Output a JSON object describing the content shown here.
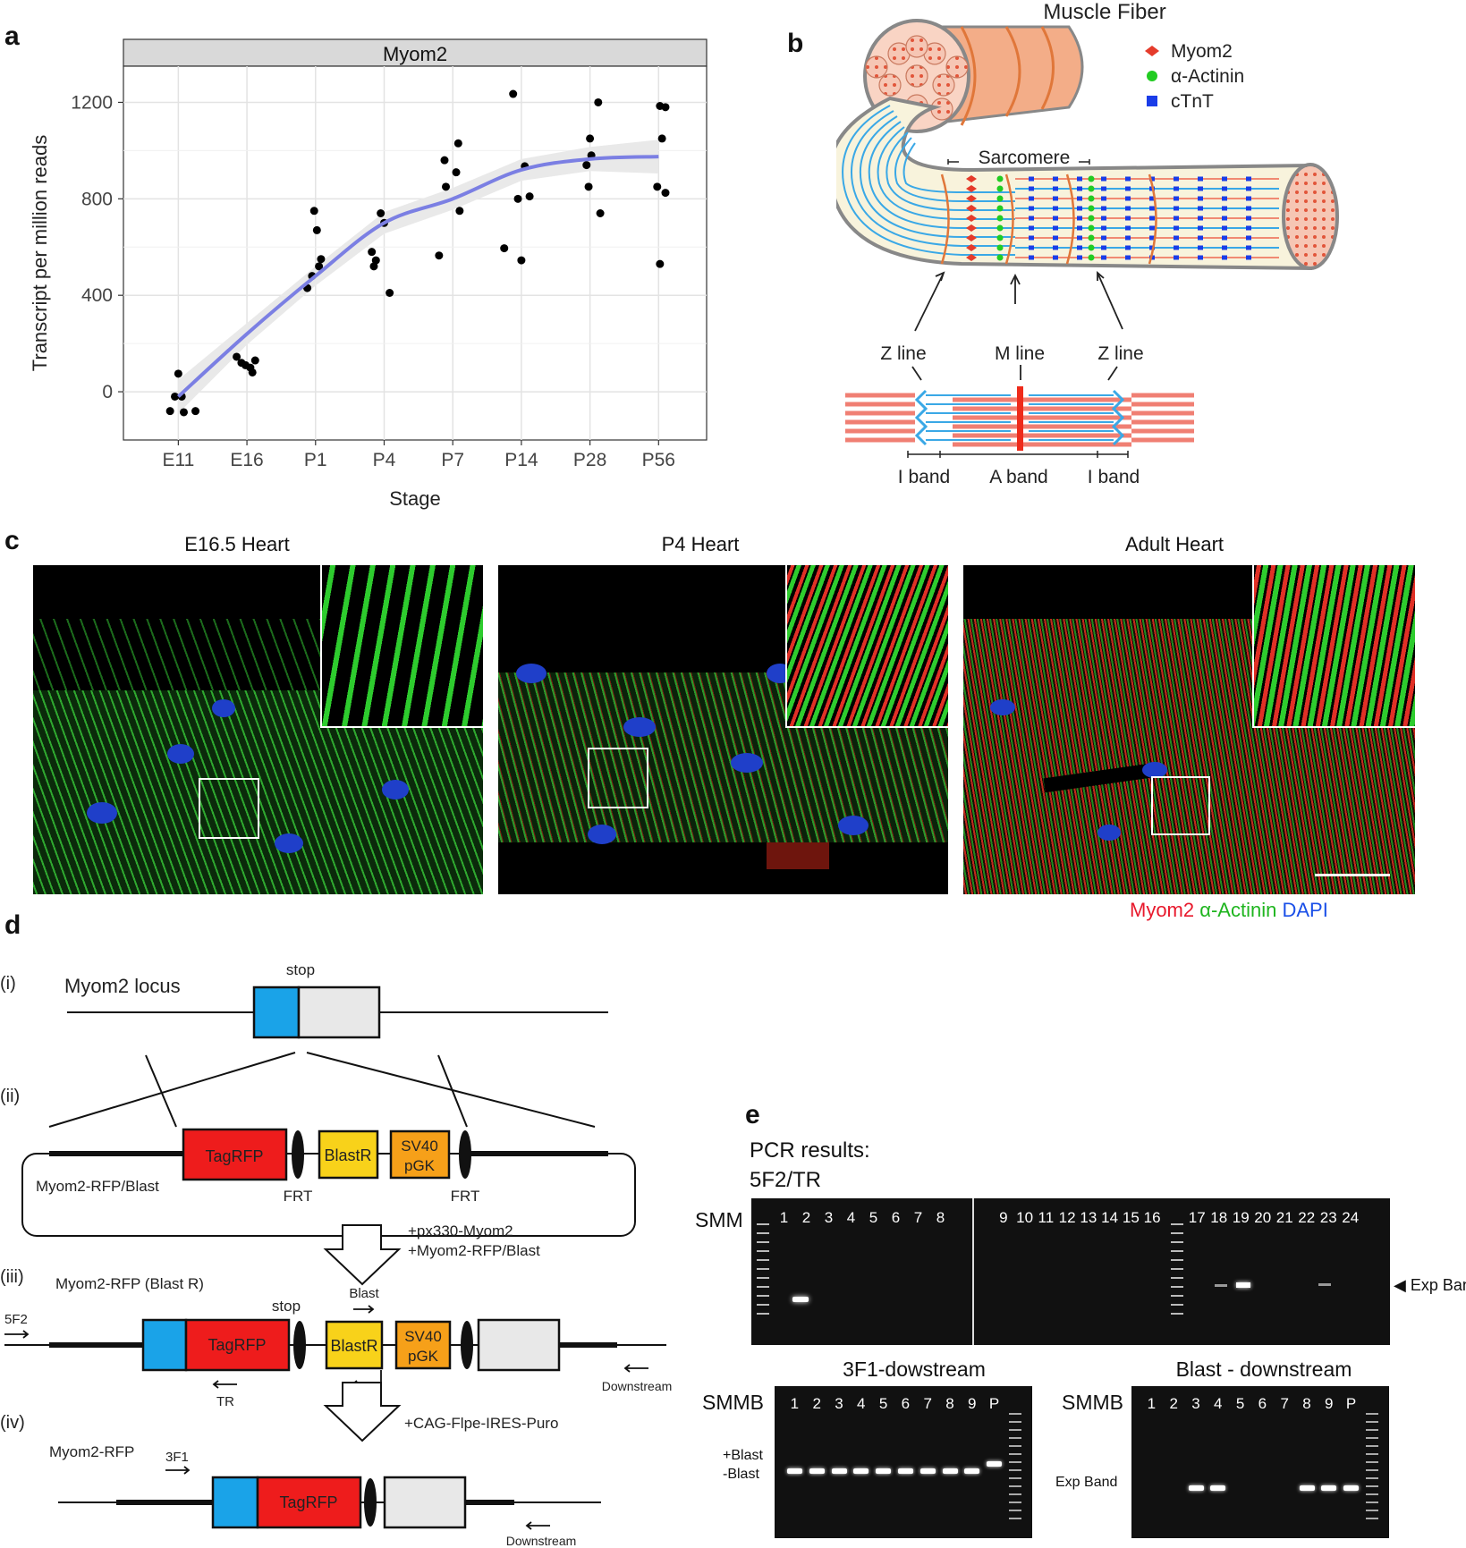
{
  "panels": {
    "a": "a",
    "b": "b",
    "c": "c",
    "d": "d",
    "e": "e"
  },
  "chart_data": {
    "type": "scatter",
    "title": "Myom2",
    "xlabel": "Stage",
    "ylabel": "Transcript per million reads",
    "categories": [
      "E11",
      "E16",
      "P1",
      "P4",
      "P7",
      "P14",
      "P28",
      "P56"
    ],
    "yticks": [
      0,
      400,
      800,
      1200
    ],
    "ylim": [
      -200,
      1350
    ],
    "grid": true,
    "points": [
      {
        "x": "E11",
        "offset": -0.12,
        "y": -80
      },
      {
        "x": "E11",
        "offset": -0.05,
        "y": -20
      },
      {
        "x": "E11",
        "offset": 0.0,
        "y": 75
      },
      {
        "x": "E11",
        "offset": 0.05,
        "y": -20
      },
      {
        "x": "E11",
        "offset": 0.08,
        "y": -85
      },
      {
        "x": "E11",
        "offset": 0.25,
        "y": -80
      },
      {
        "x": "E16",
        "offset": -0.15,
        "y": 145
      },
      {
        "x": "E16",
        "offset": -0.08,
        "y": 120
      },
      {
        "x": "E16",
        "offset": -0.02,
        "y": 110
      },
      {
        "x": "E16",
        "offset": 0.05,
        "y": 100
      },
      {
        "x": "E16",
        "offset": 0.08,
        "y": 80
      },
      {
        "x": "E16",
        "offset": 0.12,
        "y": 130
      },
      {
        "x": "P1",
        "offset": -0.12,
        "y": 430
      },
      {
        "x": "P1",
        "offset": -0.05,
        "y": 480
      },
      {
        "x": "P1",
        "offset": -0.02,
        "y": 750
      },
      {
        "x": "P1",
        "offset": 0.02,
        "y": 670
      },
      {
        "x": "P1",
        "offset": 0.05,
        "y": 520
      },
      {
        "x": "P1",
        "offset": 0.08,
        "y": 550
      },
      {
        "x": "P4",
        "offset": -0.18,
        "y": 580
      },
      {
        "x": "P4",
        "offset": -0.15,
        "y": 520
      },
      {
        "x": "P4",
        "offset": -0.12,
        "y": 545
      },
      {
        "x": "P4",
        "offset": -0.05,
        "y": 740
      },
      {
        "x": "P4",
        "offset": 0.0,
        "y": 700
      },
      {
        "x": "P4",
        "offset": 0.08,
        "y": 410
      },
      {
        "x": "P7",
        "offset": -0.2,
        "y": 565
      },
      {
        "x": "P7",
        "offset": -0.12,
        "y": 960
      },
      {
        "x": "P7",
        "offset": -0.1,
        "y": 850
      },
      {
        "x": "P7",
        "offset": 0.08,
        "y": 1030
      },
      {
        "x": "P7",
        "offset": 0.05,
        "y": 910
      },
      {
        "x": "P7",
        "offset": 0.1,
        "y": 750
      },
      {
        "x": "P14",
        "offset": -0.25,
        "y": 595
      },
      {
        "x": "P14",
        "offset": -0.12,
        "y": 1235
      },
      {
        "x": "P14",
        "offset": -0.05,
        "y": 800
      },
      {
        "x": "P14",
        "offset": 0.0,
        "y": 545
      },
      {
        "x": "P14",
        "offset": 0.05,
        "y": 935
      },
      {
        "x": "P14",
        "offset": 0.12,
        "y": 810
      },
      {
        "x": "P28",
        "offset": -0.05,
        "y": 940
      },
      {
        "x": "P28",
        "offset": 0.0,
        "y": 1050
      },
      {
        "x": "P28",
        "offset": 0.02,
        "y": 980
      },
      {
        "x": "P28",
        "offset": -0.02,
        "y": 850
      },
      {
        "x": "P28",
        "offset": 0.12,
        "y": 1200
      },
      {
        "x": "P28",
        "offset": 0.15,
        "y": 740
      },
      {
        "x": "P56",
        "offset": 0.02,
        "y": 1185
      },
      {
        "x": "P56",
        "offset": 0.1,
        "y": 1180
      },
      {
        "x": "P56",
        "offset": 0.05,
        "y": 1050
      },
      {
        "x": "P56",
        "offset": -0.02,
        "y": 850
      },
      {
        "x": "P56",
        "offset": 0.1,
        "y": 825
      },
      {
        "x": "P56",
        "offset": 0.02,
        "y": 530
      }
    ],
    "trend": [
      -20,
      240,
      480,
      700,
      800,
      920,
      965,
      975
    ],
    "trend_band": [
      70,
      45,
      40,
      45,
      45,
      45,
      50,
      70
    ],
    "colors": {
      "trend": "#7b7fe3",
      "band": "#e6e6e6",
      "points": "#000000",
      "strip": "#d9d9d9"
    }
  },
  "diagram_b": {
    "title": "Muscle Fiber",
    "legend": [
      {
        "label": "Myom2",
        "color": "#e53b2b",
        "shape": "diamond"
      },
      {
        "label": "α-Actinin",
        "color": "#22cc22",
        "shape": "circle"
      },
      {
        "label": "cTnT",
        "color": "#1a3de8",
        "shape": "square"
      }
    ],
    "sarcomere": "Sarcomere",
    "lines": [
      "Z line",
      "M line",
      "Z line"
    ],
    "bands": [
      "I band",
      "A band",
      "I band"
    ]
  },
  "panel_c": {
    "titles": [
      "E16.5 Heart",
      "P4 Heart",
      "Adult Heart"
    ],
    "legend": [
      {
        "text": "Myom2",
        "color": "#e8192c"
      },
      {
        "text": "α-Actinin",
        "color": "#1fb51f"
      },
      {
        "text": "DAPI",
        "color": "#1a4fe8"
      }
    ]
  },
  "panel_d": {
    "steps": [
      "(i)",
      "(ii)",
      "(iii)",
      "(iv)"
    ],
    "locus": "Myom2 locus",
    "stop": "stop",
    "tagrfp": "TagRFP",
    "blastr": "BlastR",
    "sv40_1": "SV40",
    "sv40_2": "pGK",
    "frt": "FRT",
    "plasmid": "Myom2-RFP/Blast",
    "add1a": "+px330-Myom2",
    "add1b": "+Myom2-RFP/Blast",
    "rfp_blast": "Myom2-RFP (Blast R)",
    "blast": "Blast",
    "f2": "5F2",
    "tr": "TR",
    "downstream": "Downstream",
    "add2": "+CAG-Flpe-IRES-Puro",
    "rfp": "Myom2-RFP",
    "f1": "3F1"
  },
  "panel_e": {
    "heading1": "PCR results:",
    "heading2": "5F2/TR",
    "smm": "SMM",
    "lanes_top_left": [
      "1",
      "2",
      "3",
      "4",
      "5",
      "6",
      "7",
      "8"
    ],
    "lanes_top_mid": [
      "9",
      "10",
      "11",
      "12",
      "13",
      "14",
      "15",
      "16"
    ],
    "lanes_top_right": [
      "17",
      "18",
      "19",
      "20",
      "21",
      "22",
      "23",
      "24"
    ],
    "exp_band": "Exp Band",
    "gel2_title": "3F1-dowstream",
    "gel3_title": "Blast - downstream",
    "smmb": "SMMB",
    "lanes_bottom": [
      "1",
      "2",
      "3",
      "4",
      "5",
      "6",
      "7",
      "8",
      "9",
      "P"
    ],
    "plus_blast": "+Blast",
    "minus_blast": "-Blast"
  },
  "colors": {
    "tagrfp": "#ee1c1c",
    "blastr": "#f8d21a",
    "sv40": "#f6a019",
    "blue": "#1aa3e8",
    "grey": "#e8e8e8"
  }
}
